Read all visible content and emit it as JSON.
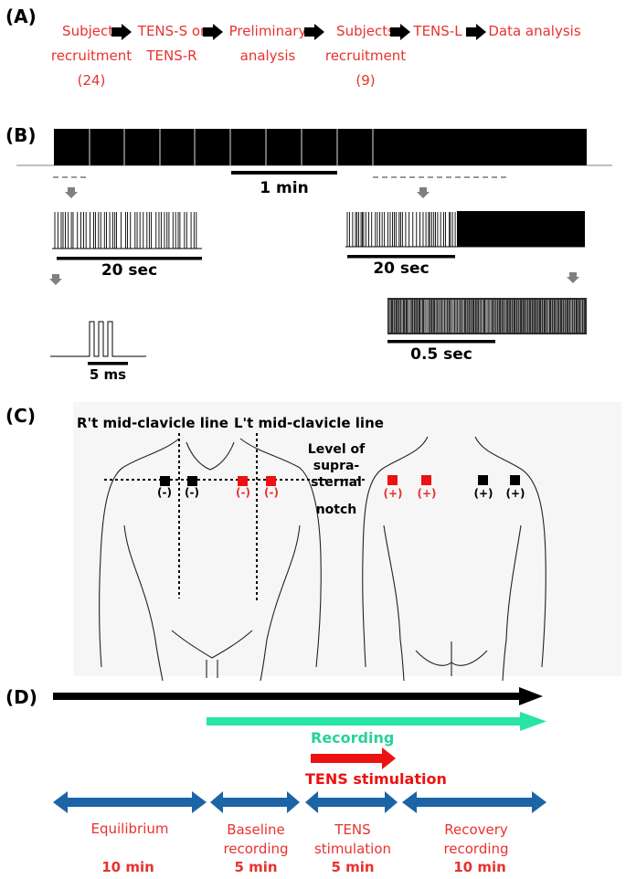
{
  "panels": {
    "a": "(A)",
    "b": "(B)",
    "c": "(C)",
    "d": "(D)"
  },
  "colors": {
    "flow_text": "#e8322e",
    "recording": "#27e4a7",
    "tens": "#ee1111",
    "phase_arrow": "#1b65a6",
    "electrode_neg": "#000000",
    "electrode_pos": "#ee1111"
  },
  "flow": {
    "steps": [
      {
        "lines": [
          "Subjects",
          "recruitment",
          "(24)"
        ]
      },
      {
        "lines": [
          "TENS-S or",
          "TENS-R"
        ]
      },
      {
        "lines": [
          "Preliminary",
          "analysis"
        ]
      },
      {
        "lines": [
          "Subjects",
          "recruitment",
          "(9)"
        ]
      },
      {
        "lines": [
          "TENS-L"
        ]
      },
      {
        "lines": [
          "Data analysis"
        ]
      }
    ],
    "arrow_icon": "right-block-arrow-icon"
  },
  "stimulus": {
    "scale_labels": {
      "one_min": "1 min",
      "twenty_sec_left": "20 sec",
      "twenty_sec_right": "20 sec",
      "five_ms": "5 ms",
      "half_sec": "0.5 sec"
    }
  },
  "body": {
    "right_line": "R't mid-clavicle line",
    "left_line": "L't mid-clavicle line",
    "level": [
      "Level of",
      "supra-sternal",
      "notch"
    ],
    "front_electrodes": [
      "(-)",
      "(-)",
      "(-)",
      "(-)"
    ],
    "back_electrodes": [
      "(+)",
      "(+)",
      "(+)",
      "(+)"
    ]
  },
  "timeline": {
    "recording": "Recording",
    "tens_stimulation": "TENS stimulation",
    "phases": [
      {
        "name": [
          "Equilibrium"
        ],
        "duration": "10 min"
      },
      {
        "name": [
          "Baseline",
          "recording"
        ],
        "duration": "5 min"
      },
      {
        "name": [
          "TENS",
          "stimulation"
        ],
        "duration": "5 min"
      },
      {
        "name": [
          "Recovery",
          "recording"
        ],
        "duration": "10 min"
      }
    ]
  }
}
